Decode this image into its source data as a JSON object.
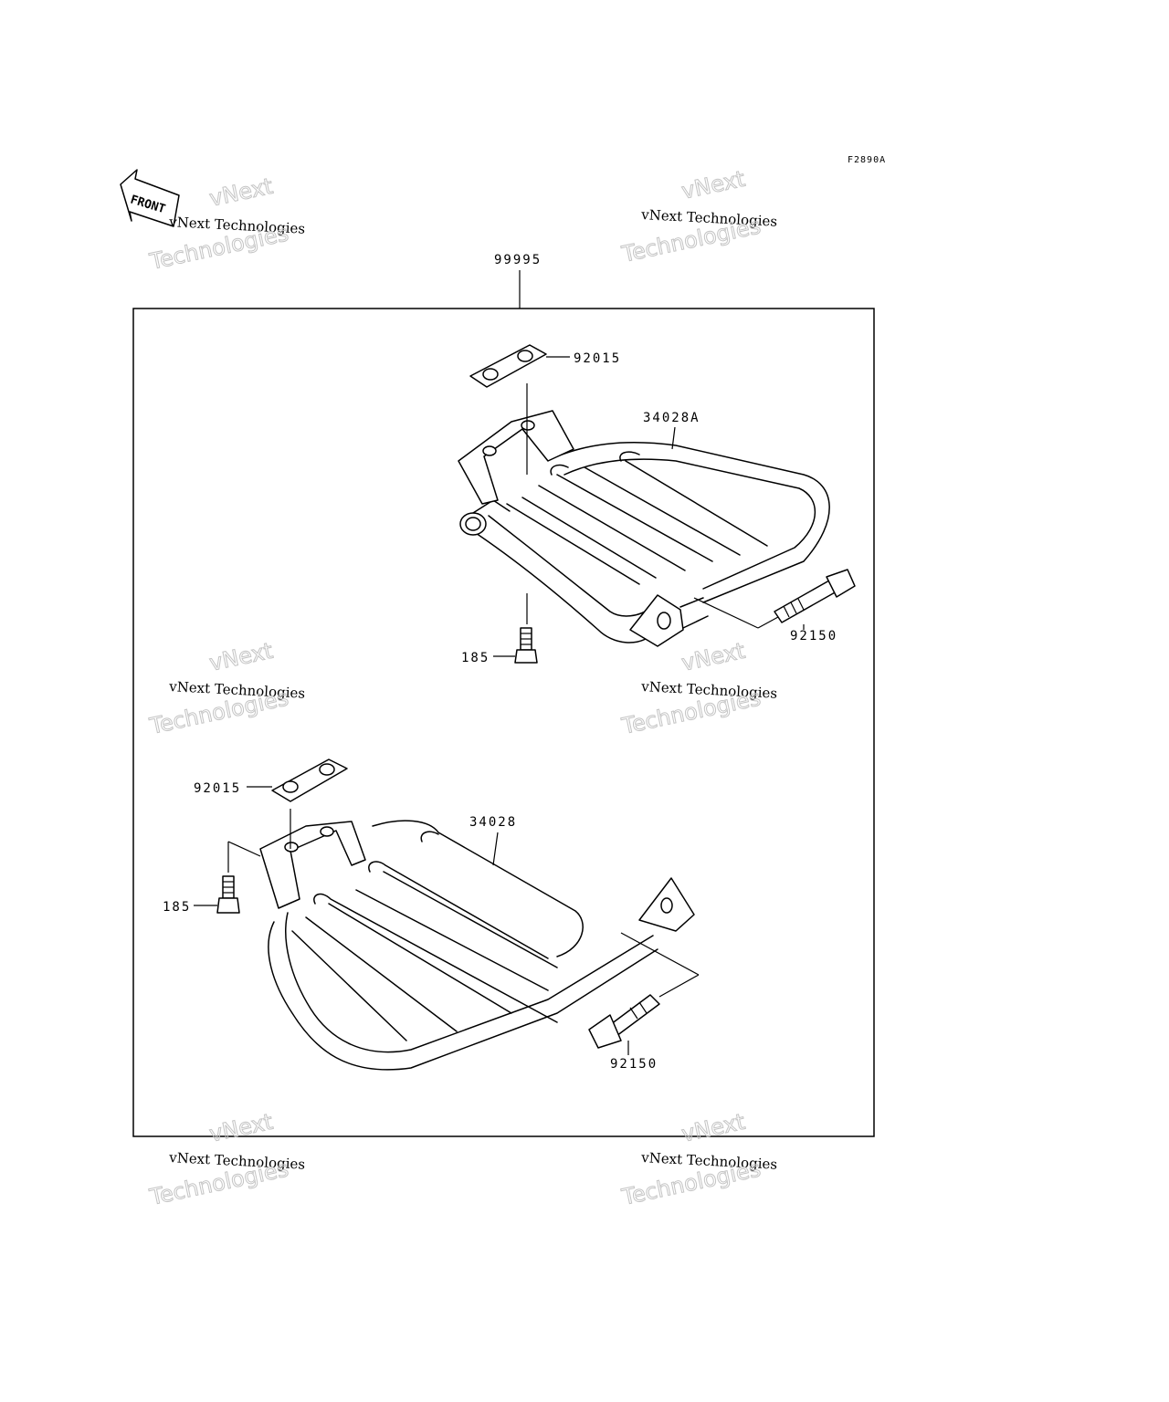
{
  "figure_code": "F2890A",
  "front_label": "FRONT",
  "watermark": {
    "line1": "vNext Technologies",
    "line2": "vNext",
    "line3": "Technologies"
  },
  "parts": {
    "kit": "99995",
    "top_pad": "92015",
    "top_rack": "34028A",
    "top_bolt_small": "185",
    "top_bolt_long": "92150",
    "bottom_pad": "92015",
    "bottom_rack": "34028",
    "bottom_bolt_small": "185",
    "bottom_bolt_long": "92150"
  }
}
